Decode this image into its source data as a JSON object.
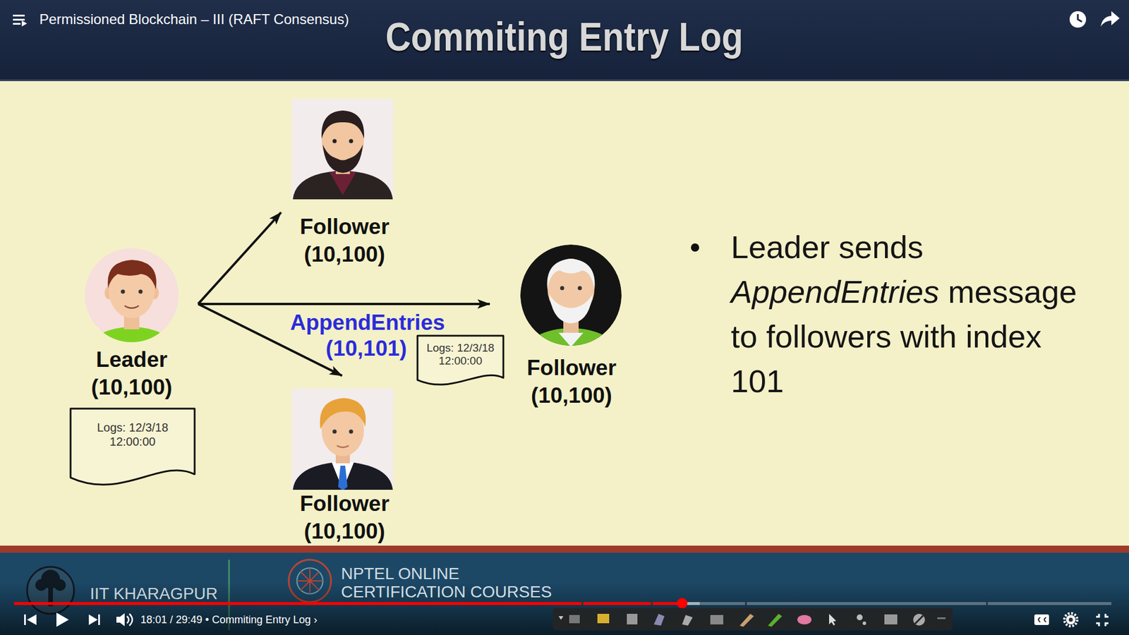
{
  "diagram": {
    "title": "Commiting Entry Log",
    "nodes": [
      {
        "text": [
          "Leader",
          "(10,100)"
        ]
      },
      {
        "text": [
          "Logs: 12/3/18 12:00:00"
        ]
      },
      {
        "text": [
          "Follower",
          "(10,100)"
        ]
      },
      {
        "text": [
          "Logs: 12/3/18 12:00:00"
        ]
      },
      {
        "text": [
          "Follower",
          "(10,100)"
        ]
      },
      {
        "text": [
          "Follower",
          "(10,100)"
        ]
      }
    ],
    "edges": [
      {
        "from": 0,
        "to": 2,
        "arrow": "to"
      },
      {
        "from": 0,
        "to": 4,
        "label": "AppendEntries (10,101)",
        "arrow": "to"
      },
      {
        "from": 0,
        "to": 5,
        "arrow": "to"
      }
    ],
    "labels": [
      "Permissioned Blockchain – III (RAFT Consensus)",
      "Leader sends AppendEntries message to followers with index 101",
      "IIT KHARAGPUR",
      "NPTEL ONLINE CERTIFICATION COURSES",
      "18:01 / 29:49 • Commiting Entry Log ›"
    ]
  }
}
